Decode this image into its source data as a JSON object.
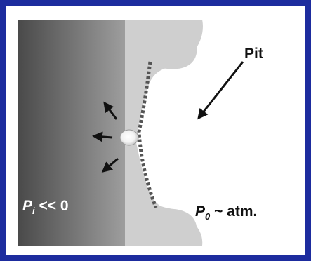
{
  "diagram": {
    "labels": {
      "pit": "Pit",
      "inner_pressure_symbol": "P",
      "inner_pressure_subscript": "i",
      "inner_pressure_relation": " << 0",
      "outer_pressure_symbol": "P",
      "outer_pressure_subscript": "0",
      "outer_pressure_relation": " ~ atm."
    },
    "colors": {
      "border": "#1d2c9e",
      "background": "#ffffff",
      "pit_wall": "#cfcfcf",
      "xylem_dark": "#4a4a4a",
      "xylem_light": "#9a9a9a",
      "membrane": "#555555",
      "arrow": "#111111"
    }
  }
}
